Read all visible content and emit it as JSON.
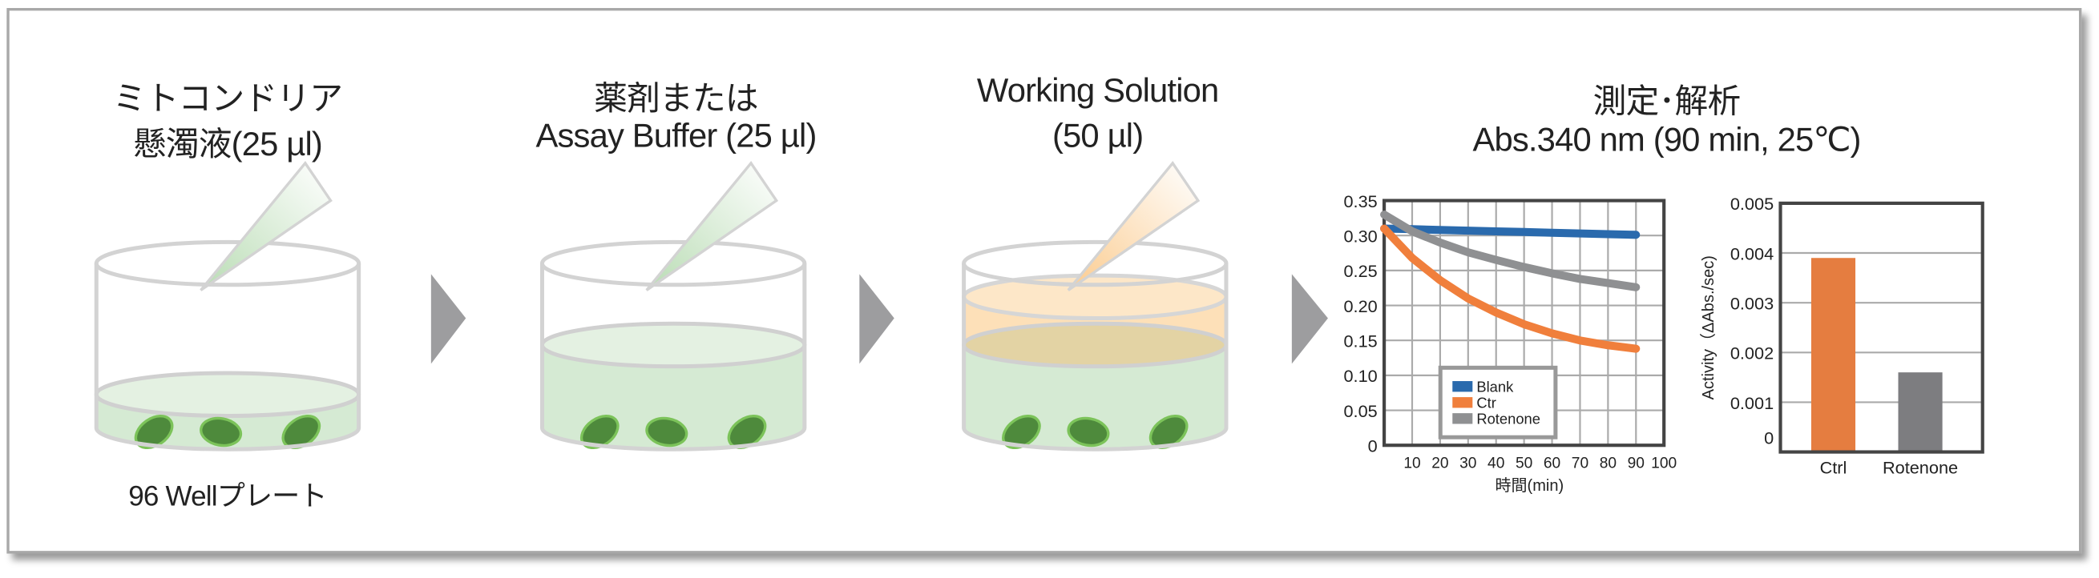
{
  "steps": [
    {
      "line1": "ミトコンドリア",
      "line2": "懸濁液(25 µl)",
      "caption": "96 Wellプレート"
    },
    {
      "line1": "薬剤または",
      "line2": "Assay Buffer (25 µl)"
    },
    {
      "line1": "Working Solution",
      "line2": "(50 µl)"
    },
    {
      "line1": "測定･解析",
      "line2": "Abs.340 nm (90 min, 25℃)"
    }
  ],
  "colors": {
    "liquid_green": "#d5ead3",
    "cell_green": "#4e8a3c",
    "working_orange": "#fde0b8",
    "blank": "#2a6aad",
    "ctr": "#f07f3c",
    "rotenone": "#8f9092",
    "ctrl_bar": "#e57d40",
    "rotenone_bar": "#7d7d80"
  },
  "chart_data": [
    {
      "type": "line",
      "xlabel": "時間(min)",
      "ylabel": "",
      "xlim": [
        0,
        100
      ],
      "ylim": [
        0,
        0.35
      ],
      "xticks": [
        "10",
        "20",
        "30",
        "40",
        "50",
        "60",
        "70",
        "80",
        "90",
        "100"
      ],
      "yticks": [
        "0",
        "0.05",
        "0.10",
        "0.15",
        "0.20",
        "0.25",
        "0.30",
        "0.35"
      ],
      "grid": true,
      "legend": "bottom-left",
      "x": [
        0,
        10,
        20,
        30,
        40,
        50,
        60,
        70,
        80,
        90
      ],
      "series": [
        {
          "name": "Blank",
          "values": [
            0.31,
            0.309,
            0.308,
            0.307,
            0.306,
            0.305,
            0.304,
            0.303,
            0.302,
            0.301
          ]
        },
        {
          "name": "Ctr",
          "values": [
            0.31,
            0.268,
            0.236,
            0.21,
            0.19,
            0.173,
            0.16,
            0.15,
            0.143,
            0.138
          ]
        },
        {
          "name": "Rotenone",
          "values": [
            0.33,
            0.306,
            0.29,
            0.276,
            0.265,
            0.255,
            0.246,
            0.238,
            0.232,
            0.226
          ]
        }
      ]
    },
    {
      "type": "bar",
      "ylabel": "Activity（ΔAbs./sec)",
      "ylim": [
        0,
        0.005
      ],
      "yticks": [
        "0",
        "0.001",
        "0.002",
        "0.003",
        "0.004",
        "0.005"
      ],
      "categories": [
        "Ctrl",
        "Rotenone"
      ],
      "values": [
        0.0039,
        0.0016
      ]
    }
  ]
}
